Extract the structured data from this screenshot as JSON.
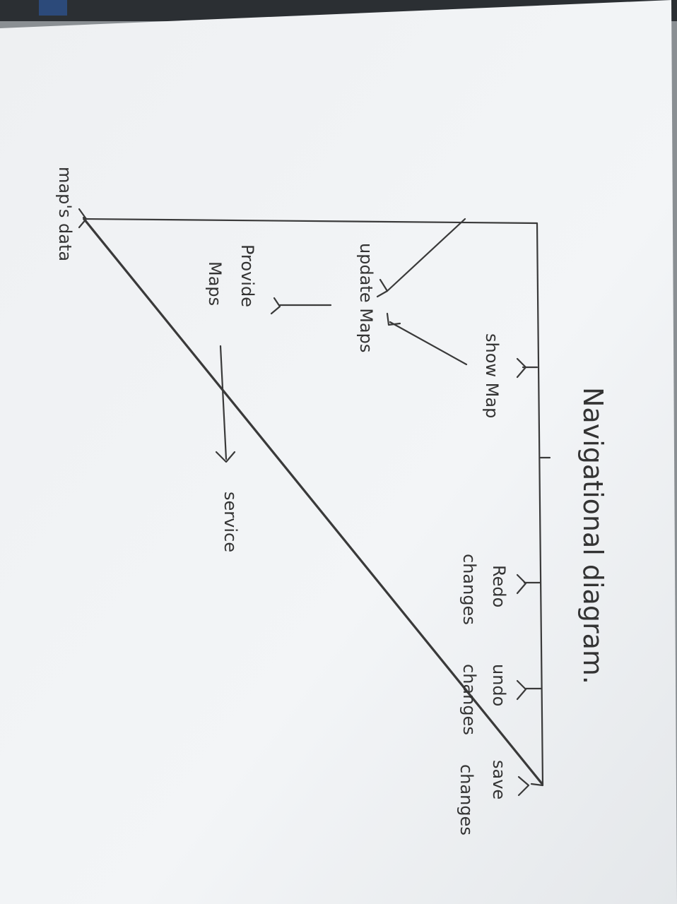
{
  "title": "Navigational diagram.",
  "nodes": {
    "maps_data": "map's data",
    "show_map": "show Map",
    "redo_changes": [
      "Redo",
      "changes"
    ],
    "undo_changes": [
      "undo",
      "changes"
    ],
    "save_changes": [
      "save",
      "changes"
    ],
    "update_maps": "update Maps",
    "provide_maps": [
      "Provide",
      "Maps"
    ],
    "service": "service"
  },
  "colors": {
    "paper": "#f2f4f6",
    "ink": "#3a3a3a",
    "background": "#8a8f93"
  }
}
